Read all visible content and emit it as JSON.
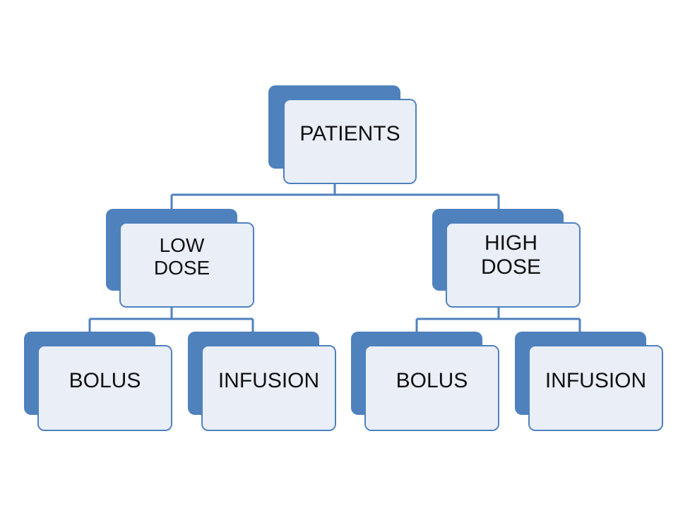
{
  "colors": {
    "accent": "#4f81bd",
    "node_fill": "#e9eef7",
    "connector": "#4f81bd",
    "text": "#111111"
  },
  "diagram": {
    "root": {
      "label": "PATIENTS"
    },
    "branches": [
      {
        "label": "LOW\nDOSE",
        "children": [
          {
            "label": "BOLUS"
          },
          {
            "label": "INFUSION"
          }
        ]
      },
      {
        "label": "HIGH\nDOSE",
        "children": [
          {
            "label": "BOLUS"
          },
          {
            "label": "INFUSION"
          }
        ]
      }
    ]
  }
}
